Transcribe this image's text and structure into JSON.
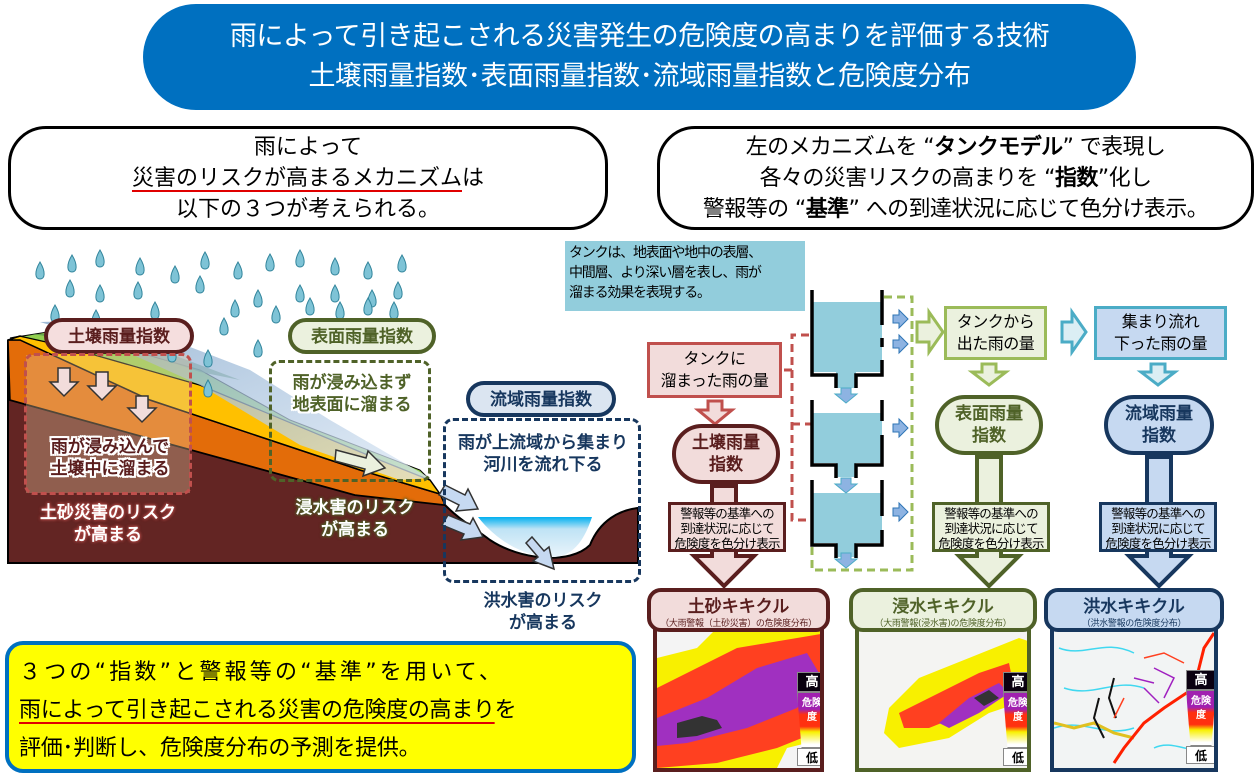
{
  "title": {
    "line1": "雨によって引き起こされる災害発生の危険度の高まりを評価する技術",
    "line2": "土壌雨量指数･表面雨量指数･流域雨量指数と危険度分布"
  },
  "callout_left": {
    "line1": "雨によって",
    "line2_underlined": "災害のリスクが高まるメカニズム",
    "line2_tail": "は",
    "line3": "以下の３つが考えられる。"
  },
  "callout_right": {
    "line1_pre": "左のメカニズムを “",
    "line1_bold": "タンクモデル",
    "line1_post": "” で表現し",
    "line2_pre": "各々の災害リスクの高まりを “",
    "line2_bold": "指数",
    "line2_post": "”化し",
    "line3_pre": "警報等の “",
    "line3_bold": "基準",
    "line3_post": "” への到達状況に応じて色分け表示。"
  },
  "illustration": {
    "soil": {
      "label": "土壌雨量指数",
      "desc_line1": "雨が浸み込んで",
      "desc_line2": "土壌中に溜まる",
      "risk_line1": "土砂災害のリスク",
      "risk_line2": "が高まる"
    },
    "surface": {
      "label": "表面雨量指数",
      "desc_line1": "雨が浸み込まず",
      "desc_line2": "地表面に溜まる",
      "risk_line1": "浸水害のリスク",
      "risk_line2": "が高まる"
    },
    "basin": {
      "label": "流域雨量指数",
      "desc_line1": "雨が上流域から集まり",
      "desc_line2": "河川を流れ下る",
      "risk_line1": "洪水害のリスク",
      "risk_line2": "が高まる"
    }
  },
  "tank_model": {
    "note_line1": "タンクは、地表面や地中の表層、",
    "note_line2": "中間層、より深い層を表し、雨が",
    "note_line3": "溜まる効果を表現する。",
    "tank_stored_line1": "タンクに",
    "tank_stored_line2": "溜まった雨の量",
    "tank_out_line1": "タンクから",
    "tank_out_line2": "出た雨の量",
    "collected_line1": "集まり流れ",
    "collected_line2": "下った雨の量",
    "index_soil_line1": "土壌雨量",
    "index_soil_line2": "指数",
    "index_surface_line1": "表面雨量",
    "index_surface_line2": "指数",
    "index_basin_line1": "流域雨量",
    "index_basin_line2": "指数",
    "criteria_line1": "警報等の基準への",
    "criteria_line2": "到達状況に応じて",
    "criteria_line3": "危険度を色分け表示"
  },
  "maps": [
    {
      "name": "土砂キキクル",
      "sub": "（大雨警報（土砂災害）の危険度分布）"
    },
    {
      "name": "浸水キキクル",
      "sub": "（大雨警報(浸水害)の危険度分布）"
    },
    {
      "name": "洪水キキクル",
      "sub": "（洪水警報の危険度分布）"
    }
  ],
  "legend": {
    "high": "高",
    "mid": "危険度",
    "low": "低"
  },
  "summary": {
    "line1": "３つの“指数”と警報等の“基準”を用いて、",
    "line2": "雨によって引き起こされる災害の危険度の高まり",
    "line2_tail": "を",
    "line3": "評価･判断し、危険度分布の予測を提供。"
  },
  "colors": {
    "banner": "#0070c0",
    "soil": "#5a1e1e",
    "surface": "#4f6228",
    "basin": "#17375e",
    "summary_bg": "#ffff00",
    "tank_water": "#92cddc"
  }
}
